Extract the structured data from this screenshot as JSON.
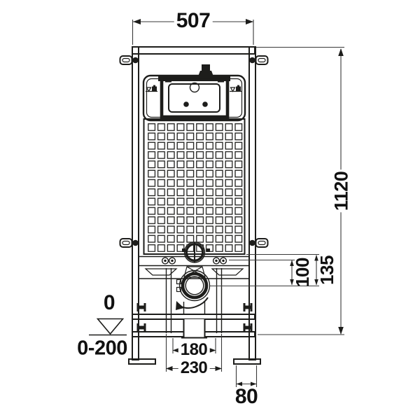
{
  "diagram": {
    "labels": {
      "overall_width": "507",
      "overall_height": "1120",
      "outlet_offset_large": "135",
      "outlet_offset_small": "100",
      "fixing_spacing_inner": "180",
      "fixing_spacing_outer": "230",
      "foot_width": "80",
      "floor_level": "0",
      "adjustment_range": "0-200"
    },
    "icons": {
      "level_symbol": "inverted-triangle-datum-icon",
      "water_level_marks": "water-level-icon",
      "wall_brackets": "mounting-ear-icon",
      "frame_bolts": "bolt-dot-icon",
      "post_fasteners": "clamp-bolt-icon"
    },
    "colors": {
      "line": "#1d1d1b",
      "dimension_line": "#3a3a3a",
      "background": "#ffffff",
      "text": "#111111"
    }
  }
}
